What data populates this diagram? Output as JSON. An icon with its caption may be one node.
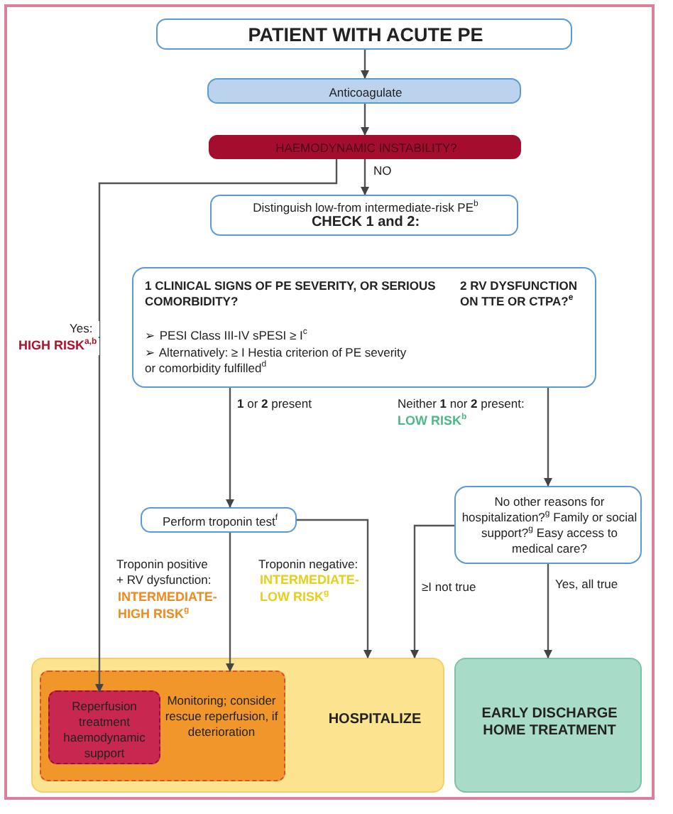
{
  "diagram": {
    "nodes": [
      {
        "text": [
          "PATIENT WITH ACUTE PE"
        ]
      },
      {
        "text": [
          "Anticoagulate"
        ]
      },
      {
        "text": [
          "HAEMODYNAMIC INSTABILITY?"
        ]
      },
      {
        "text": [
          "Distinguish low-from intermediate-risk PE$^{b}$",
          "CHECK 1 and 2:"
        ]
      },
      {
        "text": [
          "1  CLINICAL SIGNS OF PE SEVERITY, OR SERIOUS COMORBIDITY?",
          "2  RV DYSFUNCTION ON TTE OR CTPA?$^{e}$",
          "➢ PESI Class III-IV sPESI ≥ I$^{c}$",
          "➢ Alternatively: ≥ I Hestia criterion of PE severity or comorbidity fulfilled$^{d}$"
        ]
      },
      {
        "text": [
          "Perform troponin test$^{f}$"
        ]
      },
      {
        "text": [
          "No other reasons for hospitalization?$^{g}$ Family or social support?$^{g}$ Easy access to medical care?"
        ]
      },
      {
        "text": [
          "HOSPITALIZE"
        ]
      },
      {
        "text": [
          "Monitoring; consider rescue reperfusion, if deterioration"
        ],
        "in": 7
      },
      {
        "text": [
          "Reperfusion treatment haemodynamic support"
        ],
        "in": 8
      },
      {
        "text": [
          "EARLY DISCHARGE HOME TREATMENT"
        ]
      }
    ],
    "edges": [
      {
        "from": 0,
        "to": 1,
        "arrow": "to"
      },
      {
        "from": 1,
        "to": 2,
        "arrow": "to"
      },
      {
        "from": 2,
        "to": 3,
        "arrow": "to",
        "label": "NO"
      },
      {
        "from": 2,
        "to": 9,
        "arrow": "to",
        "label": "Yes:"
      },
      {
        "from": 4,
        "to": 5,
        "arrow": "to",
        "label": "**1** or **2** present"
      },
      {
        "from": 4,
        "to": 6,
        "arrow": "to",
        "label": "Neither **1** nor **2** present:"
      },
      {
        "from": 5,
        "to": 8,
        "arrow": "to",
        "label": "Troponin positive + RV dysfunction:"
      },
      {
        "from": 5,
        "to": 7,
        "arrow": "to",
        "label": "Troponin negative:"
      },
      {
        "from": 6,
        "to": 7,
        "arrow": "to",
        "label": "≥I not true"
      },
      {
        "from": 6,
        "to": 10,
        "arrow": "to",
        "label": "Yes, all true"
      }
    ],
    "labels": [
      "HIGH RISK$^{a,b}$",
      "LOW RISK$^{b}$",
      "INTERMEDIATE-LOW RISK$^{g}$",
      "INTERMEDIATE-HIGH RISK$^{g}$"
    ]
  }
}
